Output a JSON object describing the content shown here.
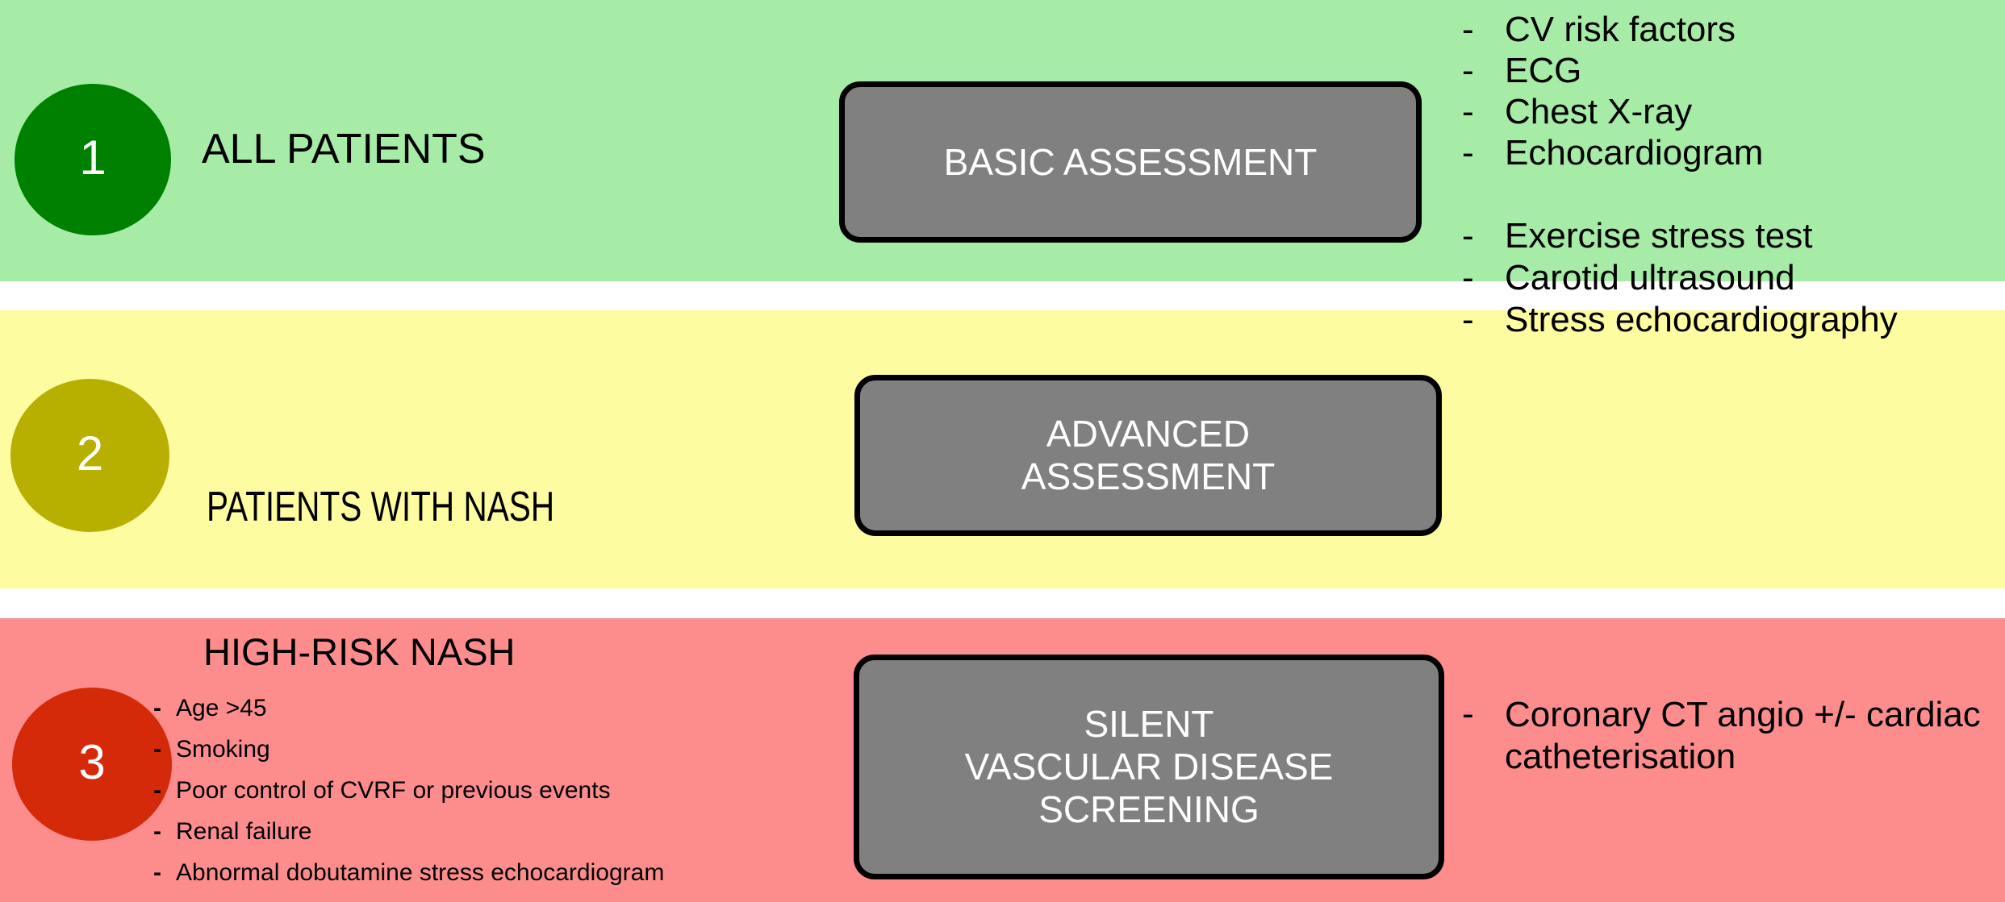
{
  "diagram": {
    "type": "tiered-screening-pathway",
    "rows": [
      {
        "step": "1",
        "step_color": "#008000",
        "band_color": "#a6eca6",
        "group_title": "ALL PATIENTS",
        "risk_criteria": [],
        "process": {
          "lines": [
            "BASIC ASSESSMENT"
          ],
          "fill": "#808080",
          "text_color": "#ffffff"
        },
        "tests": [
          "CV risk factors",
          "ECG",
          "Chest X-ray",
          "Echocardiogram"
        ]
      },
      {
        "step": "2",
        "step_color": "#b8b000",
        "band_color": "#fdfca0",
        "group_title": "PATIENTS WITH NASH",
        "risk_criteria": [],
        "process": {
          "lines": [
            "ADVANCED",
            "ASSESSMENT"
          ],
          "fill": "#808080",
          "text_color": "#ffffff"
        },
        "tests": [
          "Exercise stress test",
          "Carotid ultrasound",
          "Stress echocardiography"
        ]
      },
      {
        "step": "3",
        "step_color": "#d42a0a",
        "band_color": "#fd8d8d",
        "group_title": "HIGH-RISK NASH",
        "risk_criteria": [
          "Age >45",
          "Smoking",
          "Poor control of CVRF or previous events",
          "Renal failure",
          "Abnormal dobutamine stress echocardiogram"
        ],
        "process": {
          "lines": [
            "SILENT",
            "VASCULAR DISEASE",
            "SCREENING"
          ],
          "fill": "#808080",
          "text_color": "#ffffff"
        },
        "tests": [
          "Coronary CT angio +/- cardiac catheterisation"
        ]
      }
    ],
    "bullet_marker": "-"
  }
}
